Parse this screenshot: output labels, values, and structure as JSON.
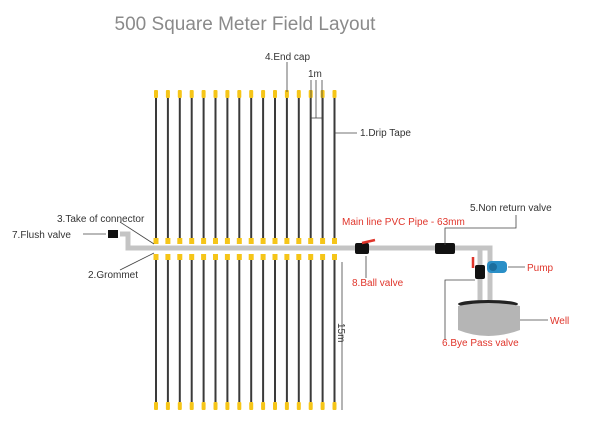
{
  "title": "500 Square Meter Field Layout",
  "labels": {
    "end_cap": "4.End cap",
    "spacing": "1m",
    "drip_tape": "1.Drip Tape",
    "take_off": "3.Take of connector",
    "flush_valve": "7.Flush valve",
    "grommet": "2.Grommet",
    "main_line": "Main line PVC Pipe - 63mm",
    "non_return": "5.Non return valve",
    "pump": "Pump",
    "ball_valve": "8.Ball valve",
    "well": "Well",
    "bypass": "6.Bye Pass valve",
    "length": "15m"
  },
  "drip_line_count": 16,
  "colors": {
    "tape": "#3a3a3a",
    "cap": "#f5c518",
    "pipe": "#c4c4c4",
    "red": "#e0352b",
    "pump": "#2a8fc7"
  }
}
